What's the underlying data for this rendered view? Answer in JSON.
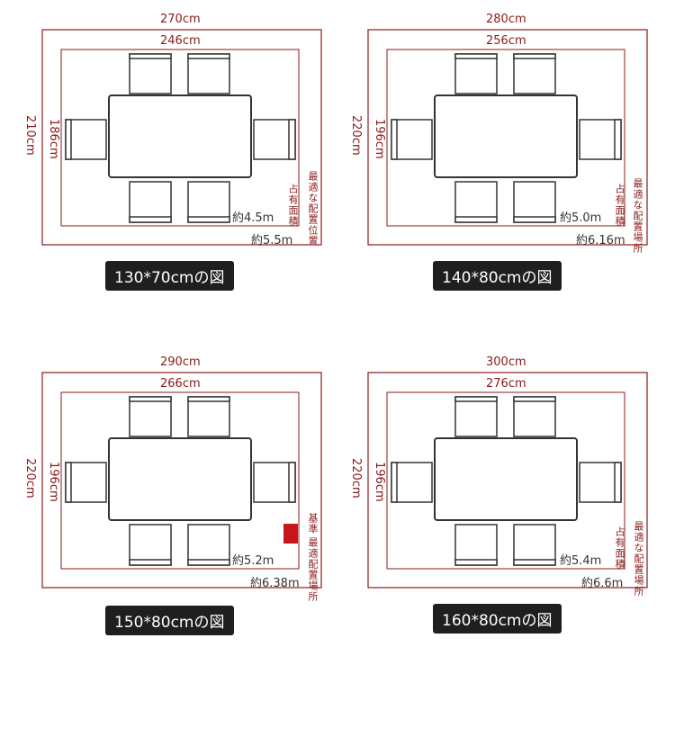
{
  "panels": [
    {
      "outer_width": "270cm",
      "inner_width": "246cm",
      "outer_height": "210cm",
      "inner_height": "186cm",
      "area_inner": "約4.5m",
      "area_outer": "約5.5m",
      "label_a": "占有面積",
      "label_b": "最適な配置位置",
      "caption": "130*70cmの図"
    },
    {
      "outer_width": "280cm",
      "inner_width": "256cm",
      "outer_height": "220cm",
      "inner_height": "196cm",
      "area_inner": "約5.0m",
      "area_outer": "約6.16m",
      "label_a": "占有面積",
      "label_b": "最適な配置場所",
      "caption": "140*80cmの図"
    },
    {
      "outer_width": "290cm",
      "inner_width": "266cm",
      "outer_height": "220cm",
      "inner_height": "196cm",
      "area_inner": "約5.2m",
      "area_outer": "約6.38m",
      "label_a": "基準",
      "label_b": "最適配置場所",
      "caption": "150*80cmの図"
    },
    {
      "outer_width": "300cm",
      "inner_width": "276cm",
      "outer_height": "220cm",
      "inner_height": "196cm",
      "area_inner": "約5.4m",
      "area_outer": "約6.6m",
      "label_a": "占有面積",
      "label_b": "最適な配置場所",
      "caption": "160*80cmの図"
    }
  ],
  "colors": {
    "dimension": "#8b1a1a",
    "furniture": "#333333",
    "caption_bg": "#1f1f1f"
  }
}
